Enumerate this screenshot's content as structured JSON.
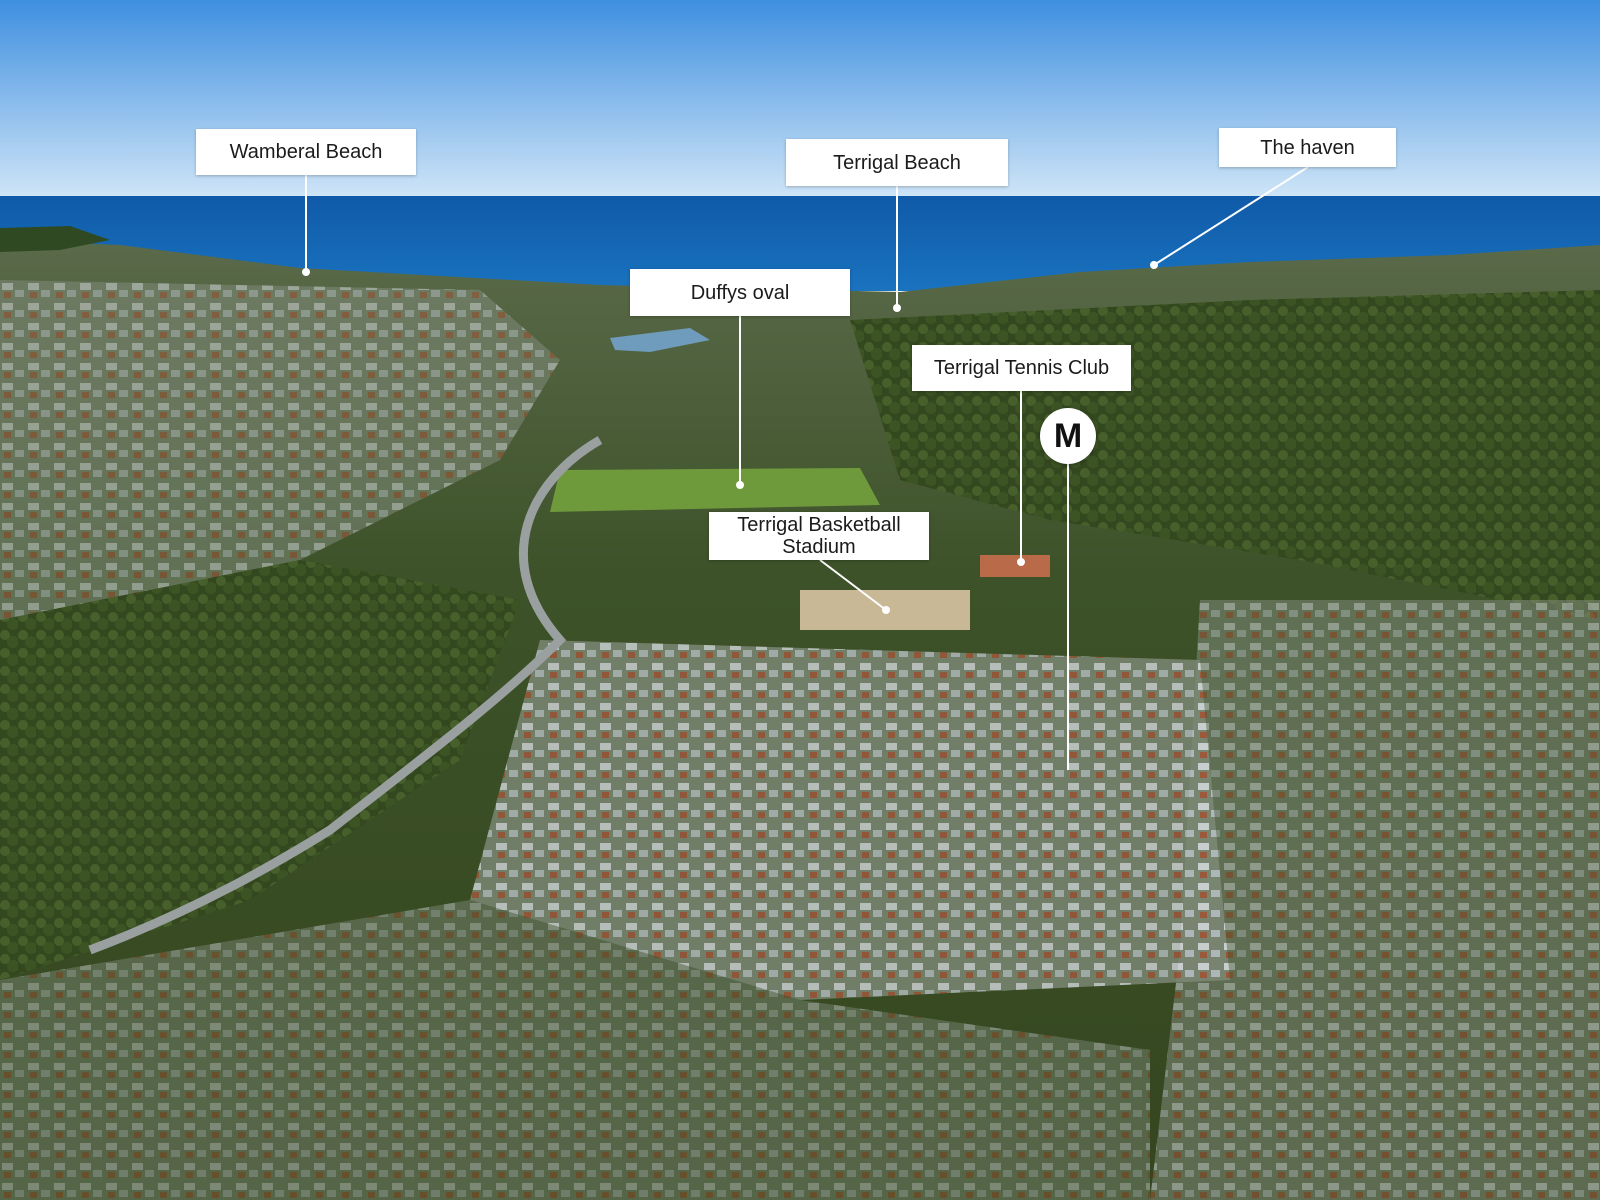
{
  "labels": {
    "wamberal_beach": "Wamberal Beach",
    "terrigal_beach": "Terrigal Beach",
    "the_haven": "The haven",
    "duffys_oval": "Duffys oval",
    "terrigal_tennis_club": "Terrigal Tennis Club",
    "terrigal_basketball_stadium": "Terrigal Basketball\nStadium"
  },
  "marker": {
    "letter": "M"
  },
  "colors": {
    "sky_top": "#3f8fe0",
    "sky_bottom": "#cfe5f7",
    "ocean": "#1766b0",
    "ocean_far": "#0f5aa8",
    "land": "#3f5a2a",
    "oval": "#6f9a3c",
    "label_bg": "#ffffff",
    "leader_line": "#ffffff"
  }
}
